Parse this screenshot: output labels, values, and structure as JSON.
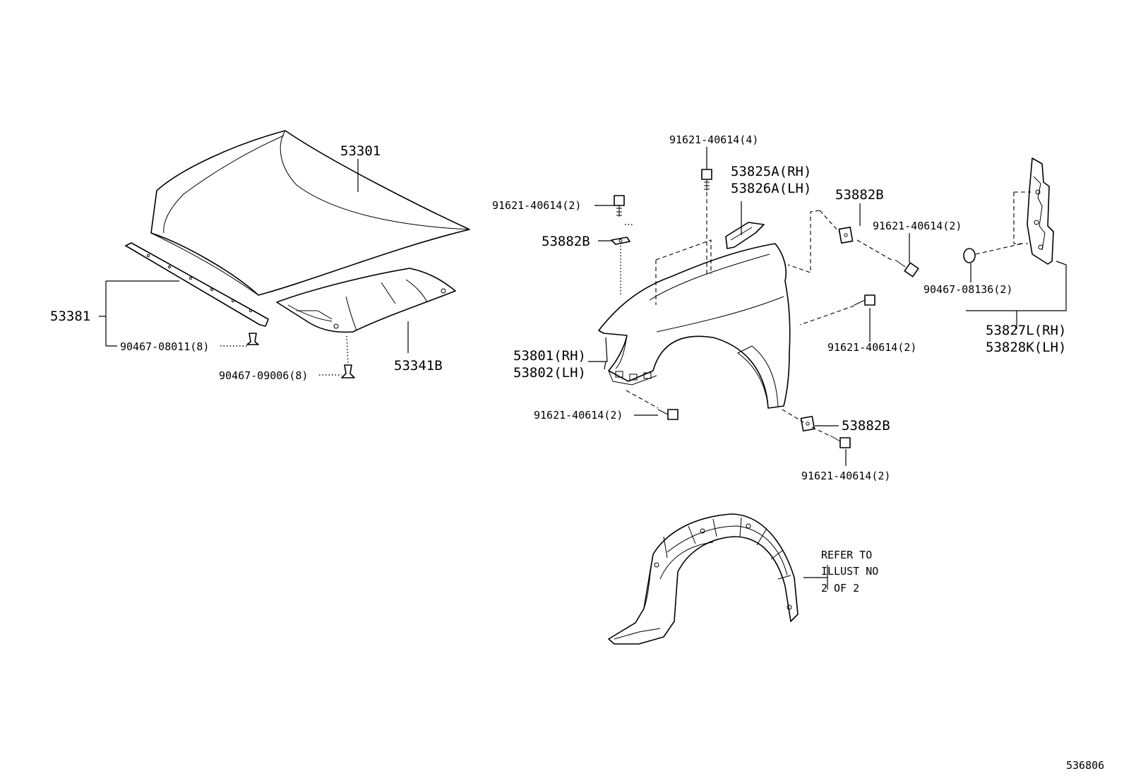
{
  "labels": {
    "hood": "53301",
    "hood_insulator": "53341B",
    "hood_seal": "53381",
    "clip_seal": "90467-08011(8)",
    "clip_insulator": "90467-09006(8)",
    "bolt_top": "91621-40614(4)",
    "bolt_left": "91621-40614(2)",
    "nut_left": "53882B",
    "seal_rh": "53825A(RH)",
    "seal_lh": "53826A(LH)",
    "nut_top_right": "53882B",
    "bolt_top_right": "91621-40614(2)",
    "fender_rh": "53801(RH)",
    "fender_lh": "53802(LH)",
    "bolt_bottom_left": "91621-40614(2)",
    "bolt_mid_right": "91621-40614(2)",
    "nut_bottom": "53882B",
    "bolt_bottom": "91621-40614(2)",
    "clip_right": "90467-08136(2)",
    "extension_rh": "53827L(RH)",
    "extension_lh": "53828K(LH)",
    "refer_line1": "REFER TO",
    "refer_line2": "ILLUST NO",
    "refer_line3": "2 OF 2",
    "drawing_number": "536806"
  }
}
